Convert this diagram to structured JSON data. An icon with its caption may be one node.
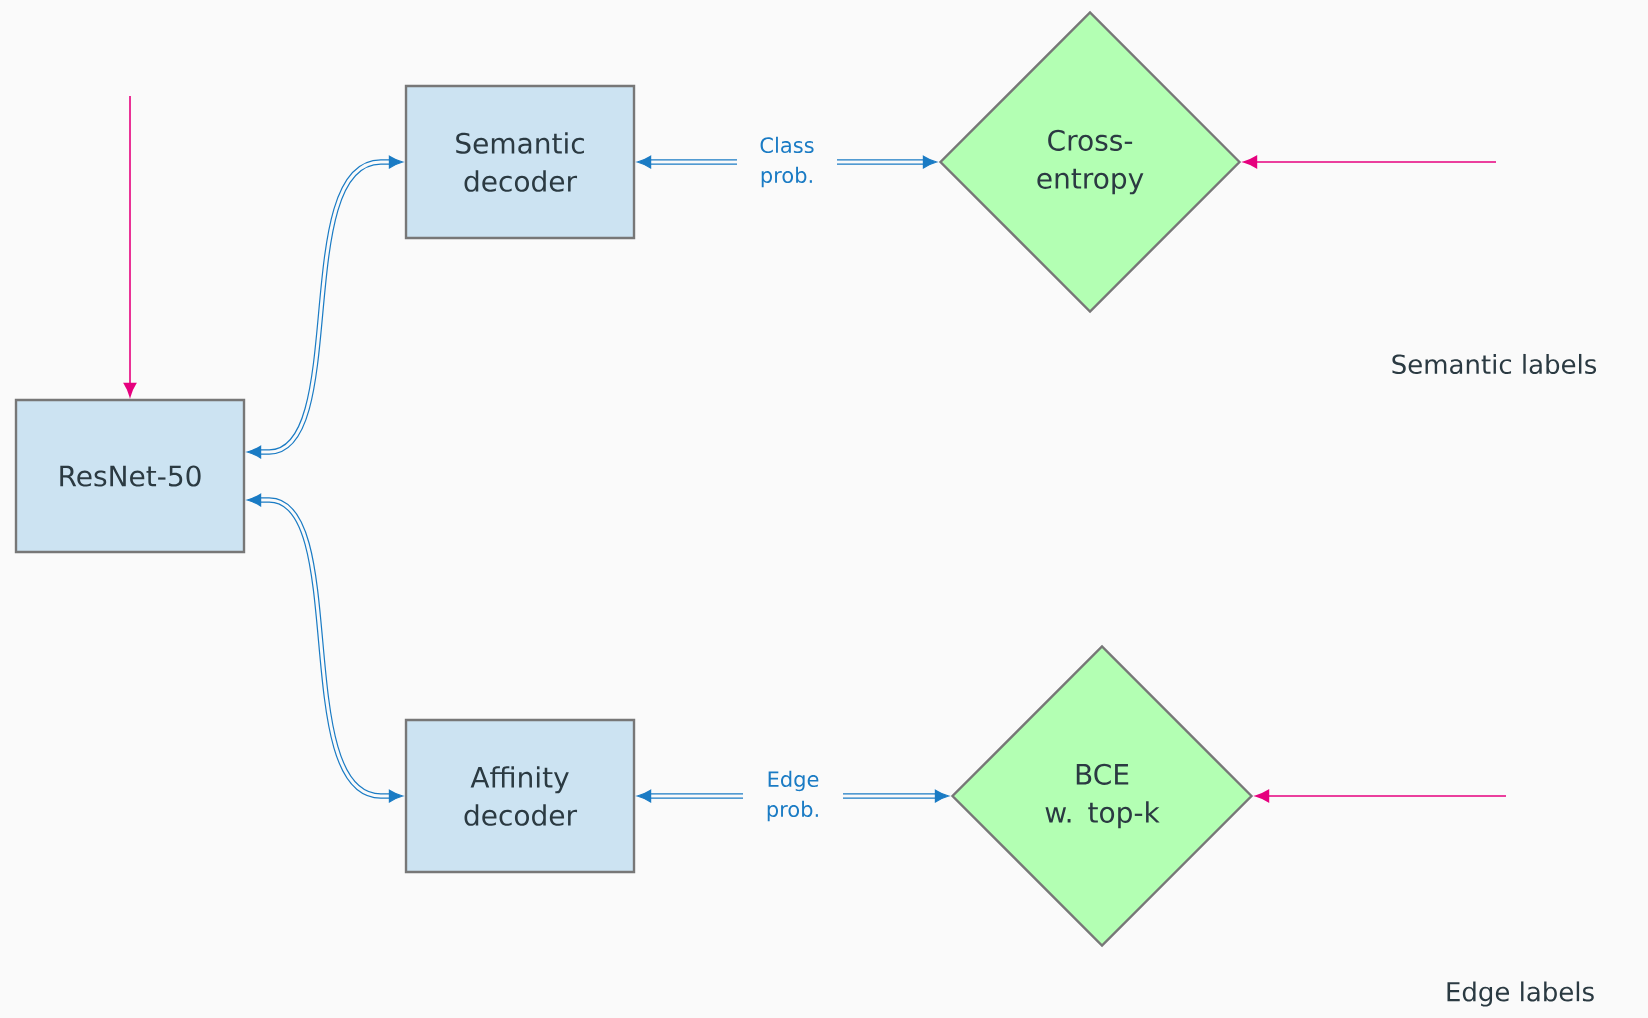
{
  "diagram": {
    "nodes": [
      {
        "text": [
          "ResNet-50"
        ]
      },
      {
        "text": [
          "Semantic decoder"
        ]
      },
      {
        "text": [
          "Cross-entropy"
        ]
      },
      {
        "text": [
          "Affinity decoder"
        ]
      },
      {
        "text": [
          "BCE",
          "w. top-k"
        ]
      }
    ],
    "edges": [
      {
        "from": 0,
        "to": 1,
        "arrow": "both"
      },
      {
        "from": 0,
        "to": 3,
        "arrow": "both"
      },
      {
        "from": 1,
        "to": 2,
        "arrow": "both",
        "label": "Class prob."
      },
      {
        "from": 3,
        "to": 4,
        "arrow": "both",
        "label": "Edge prob."
      },
      {
        "from": null,
        "to": 0,
        "arrow": "to",
        "color": "#e6007e"
      },
      {
        "from": null,
        "to": 2,
        "arrow": "to",
        "color": "#e6007e"
      },
      {
        "from": null,
        "to": 4,
        "arrow": "to",
        "color": "#e6007e"
      }
    ],
    "labels": [
      "Semantic labels",
      "Edge labels"
    ]
  }
}
